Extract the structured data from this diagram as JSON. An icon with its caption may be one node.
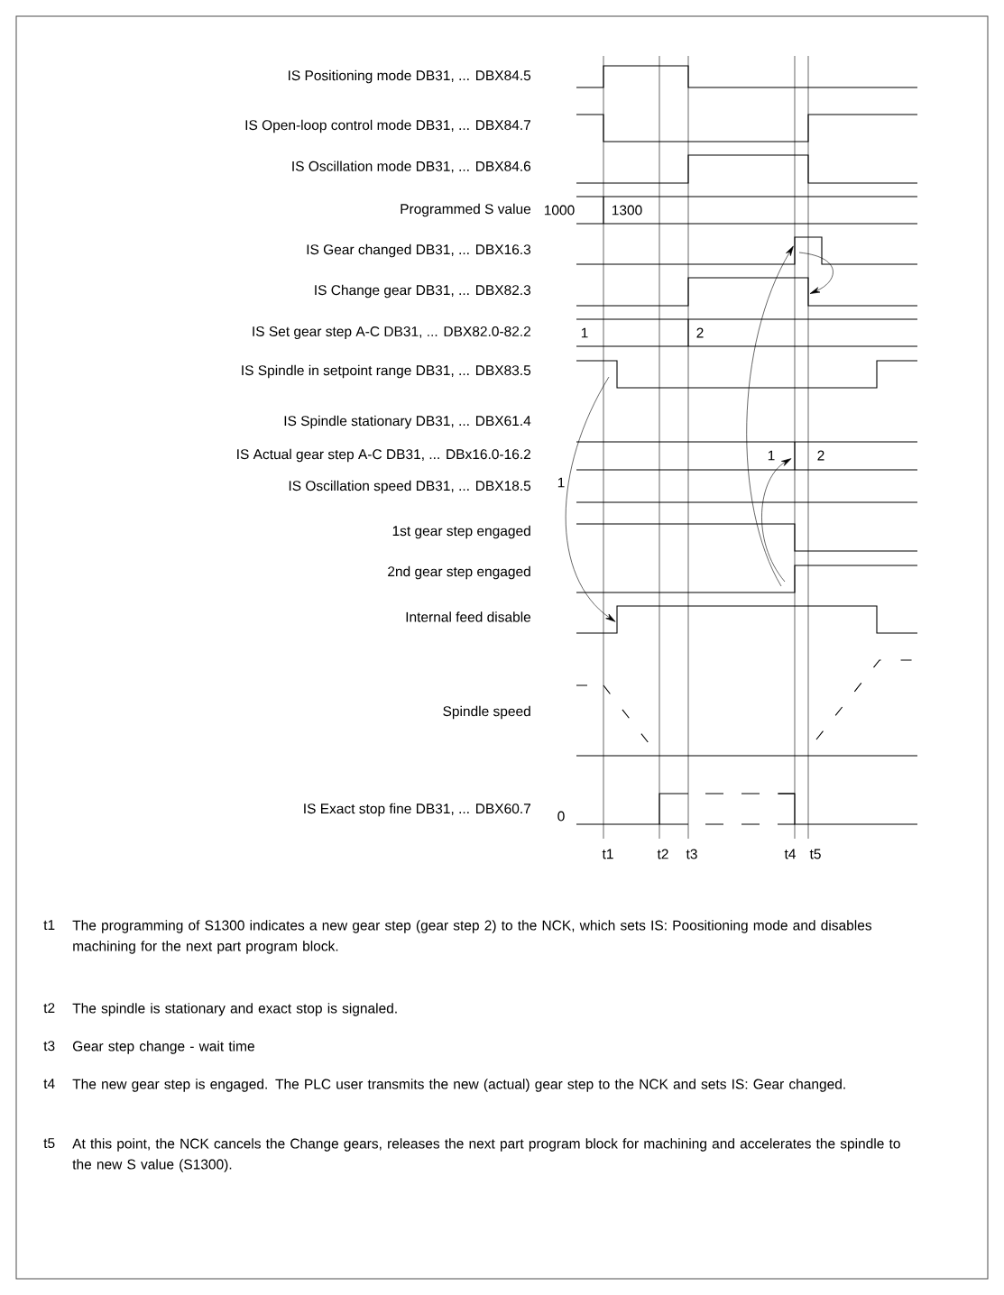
{
  "diagram": {
    "labels": [
      "IS Positioning mode DB31, ... DBX84.5",
      "IS Open-loop control mode DB31, ... DBX84.7",
      "IS Oscillation mode DB31, ... DBX84.6",
      "Programmed S value",
      "IS Gear changed DB31, ... DBX16.3",
      "IS Change gear DB31, ... DBX82.3",
      "IS Set gear step A-C DB31, ... DBX82.0-82.2",
      "IS Spindle in setpoint range DB31, ... DBX83.5",
      "IS Spindle stationary DB31, ... DBX61.4",
      "IS Actual gear step A-C DB31, ... DBx16.0-16.2",
      "IS Oscillation speed DB31, ... DBX18.5",
      "1st gear step engaged",
      "2nd gear step engaged",
      "Internal feed disable",
      "Spindle speed",
      "IS Exact stop fine DB31, ... DBX60.7",
      "1000",
      "1300",
      "1",
      "2",
      "1",
      "2",
      "1",
      "0",
      "t1",
      "t2",
      "t3",
      "t4",
      "t5",
      "t1",
      "The programming of S1300 indicates a new gear step (gear step 2) to the NCK, which sets IS: Poositioning mode and disables machining for the next part program block.",
      "t2",
      "The spindle is stationary and exact stop is signaled.",
      "t3",
      "Gear step change - wait time",
      "t4",
      "The new gear step is engaged. The PLC user transmits the new (actual) gear step to the NCK and sets IS: Gear changed.",
      "t5",
      "At this point, the NCK cancels the Change gears, releases the next part program block for machining and accelerates the spindle to the new S value (S1300)."
    ]
  }
}
